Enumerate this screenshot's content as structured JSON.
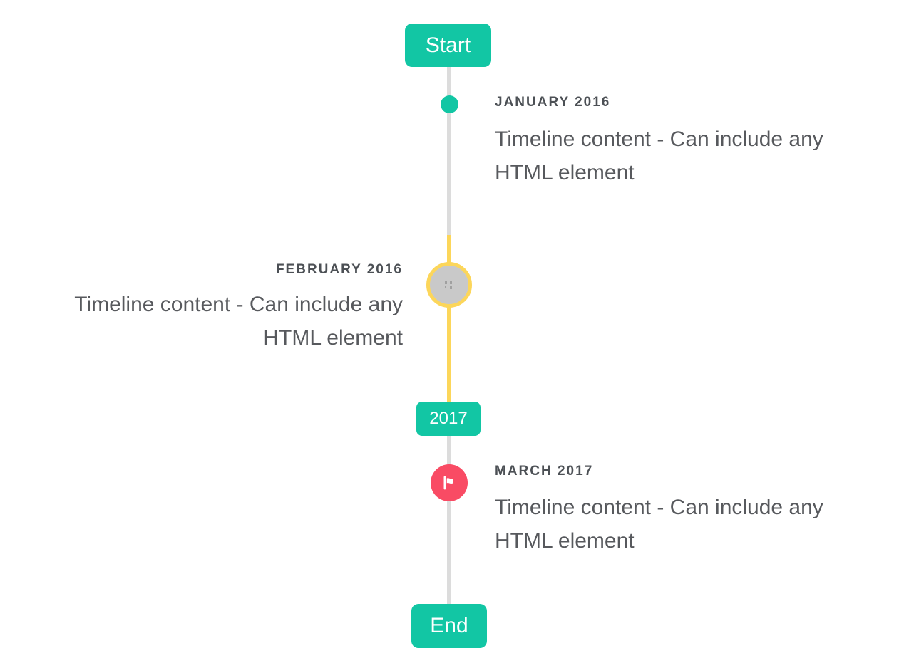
{
  "colors": {
    "background": "#ffffff",
    "teal": "#12c6a4",
    "line_gray": "#dcdcdc",
    "yellow": "#fcd65a",
    "circle_fill": "#c9c9c9",
    "flag_red": "#f94b64",
    "title_text": "#4c5055",
    "content_text": "#57595d",
    "broken_icon_gray": "#a0a0a0"
  },
  "timeline": {
    "start_badge": "Start",
    "year_badge": "2017",
    "end_badge": "End",
    "items": [
      {
        "title": "JANUARY 2016",
        "content": "Timeline content - Can include any HTML element",
        "side": "right",
        "marker": "teal-dot"
      },
      {
        "title": "FEBRUARY 2016",
        "content": "Timeline content - Can include any HTML element",
        "side": "left",
        "marker": "gray-image-circle-yellow-highlight"
      },
      {
        "title": "MARCH 2017",
        "content": "Timeline content - Can include any HTML element",
        "side": "right",
        "marker": "red-flag"
      }
    ]
  }
}
